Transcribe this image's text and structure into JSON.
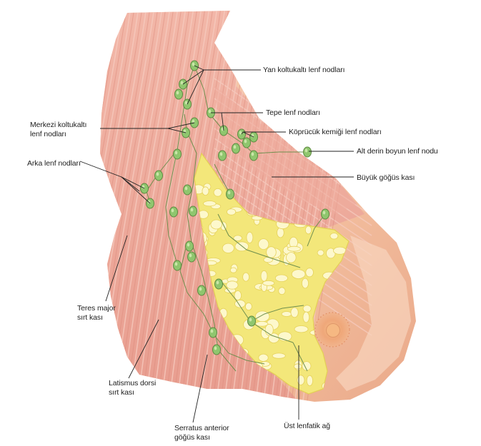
{
  "labels": {
    "lateral_axillary": "Yan koltukaltı lenf nodları",
    "apical": "Tepe lenf nodları",
    "clavicular": "Köprücük kemiği lenf nodları",
    "deep_cervical": "Alt derin boyun lenf nodu",
    "pectoralis_major": "Büyük göğüs kası",
    "central_axillary": "Merkezi koltukaltı\nlenf nodları",
    "posterior": "Arka lenf nodları",
    "teres_major": "Teres major\nsırt kası",
    "latissimus_dorsi": "Latismus dorsi\nsırt kası",
    "serratus_anterior": "Serratus anterior\ngöğüs kası",
    "superficial_network": "Üst lenfatik ağ"
  },
  "colors": {
    "skin": "#f6c9ad",
    "muscle": "#eaa092",
    "muscle_stripe": "#f3c1b4",
    "fat": "#f4ea7a",
    "fat_lobule": "#fdf8cc",
    "node": "#8fc66e",
    "vessel": "#6f8f4e",
    "areola": "#efa779",
    "leader_line": "#222222"
  }
}
